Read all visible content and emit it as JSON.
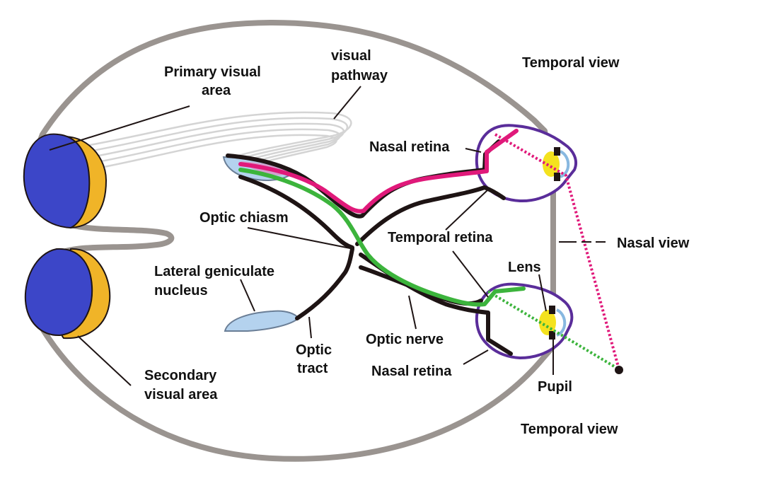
{
  "colors": {
    "background": "#ffffff",
    "head_outline": "#9a9490",
    "nerve": "#1e1414",
    "nasal_pathway": "#e0197a",
    "temporal_pathway": "#3cb43c",
    "eye_outline": "#5a2d9a",
    "cortex": "#3c46c8",
    "cortex_rim": "#f0b428",
    "lgn": "#b4d2ee",
    "lens": "#f4e21e",
    "pathway_ribbon": "#d8d8d8"
  },
  "labels": {
    "primary_visual_area": [
      "Primary visual",
      "area"
    ],
    "visual_pathway": [
      "visual",
      "pathway"
    ],
    "temporal_view_top": "Temporal  view",
    "nasal_retina_top": "Nasal retina",
    "optic_chiasm": "Optic chiasm",
    "temporal_retina": "Temporal retina",
    "nasal_view": "Nasal view",
    "lateral_geniculate_nucleus": [
      "Lateral geniculate",
      "nucleus"
    ],
    "lens": "Lens",
    "optic_tract": [
      "Optic",
      "tract"
    ],
    "optic_nerve": "Optic nerve",
    "nasal_retina_bottom": "Nasal retina",
    "secondary_visual_area": [
      "Secondary",
      "visual area"
    ],
    "pupil": "Pupil",
    "temporal_view_bottom": "Temporal view"
  }
}
